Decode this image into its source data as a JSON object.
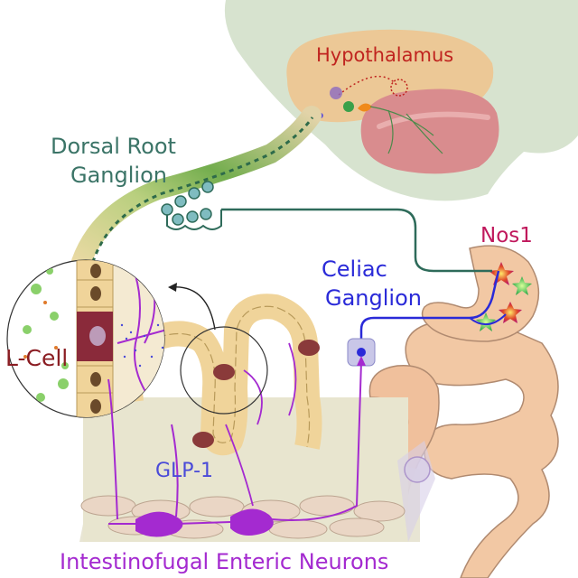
{
  "labels": {
    "hypothalamus": "Hypothalamus",
    "drg_line1": "Dorsal Root",
    "drg_line2": "Ganglion",
    "celiac_line1": "Celiac",
    "celiac_line2": "Ganglion",
    "nos1": "Nos1",
    "lcell": "L-Cell",
    "glp1": "GLP-1",
    "ien": "Intestinofugal Enteric Neurons"
  },
  "colors": {
    "hypothalamus": "#c0241f",
    "drg": "#3b7467",
    "celiac": "#2a2ad8",
    "nos1": "#c0185c",
    "lcell": "#8a1c22",
    "glp1": "#4a4ad8",
    "ien": "#a42ad0",
    "gut_tissue": "#f2c8a4",
    "epithelium": "#f0d49a"
  }
}
